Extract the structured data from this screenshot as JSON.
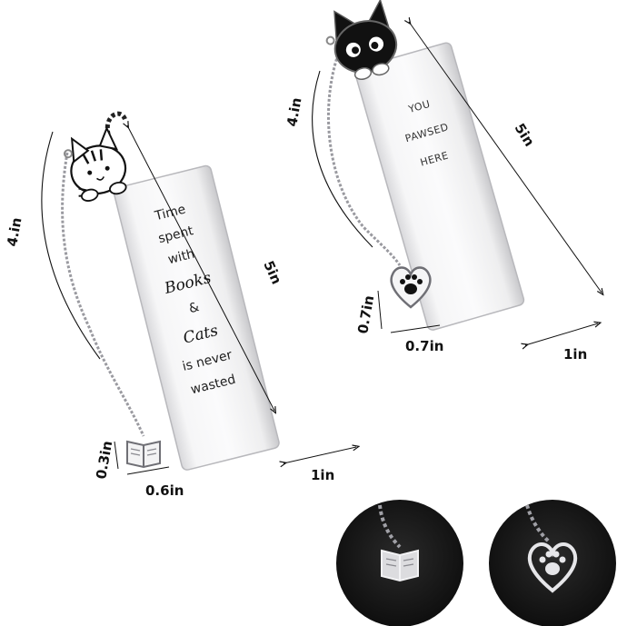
{
  "bookmark_left": {
    "engraving_lines": [
      "Time",
      "spent",
      "with",
      "Books",
      "&",
      "Cats",
      "is never",
      "wasted"
    ],
    "charm_icon": "open-book-icon",
    "topper_icon": "tabby-cat-icon",
    "dimensions": {
      "chain_length": "4.in",
      "length": "5in",
      "width": "1in",
      "charm_height": "0.3in",
      "charm_width": "0.6in"
    }
  },
  "bookmark_right": {
    "engraving_lines": [
      "YOU",
      "PAWSED",
      "HERE"
    ],
    "charm_icon": "paw-heart-icon",
    "topper_icon": "black-cat-icon",
    "dimensions": {
      "chain_length": "4.in",
      "length": "5in",
      "width": "1in",
      "charm_height": "0.7in",
      "charm_width": "0.7in"
    }
  },
  "closeups": [
    {
      "icon": "open-book-icon",
      "background": "#1c1c1c"
    },
    {
      "icon": "paw-heart-icon",
      "background": "#1c1c1c"
    }
  ],
  "colors": {
    "metal": "#e9e9eb",
    "metal_edge": "#b8b8bc",
    "enamel_black": "#111111"
  }
}
